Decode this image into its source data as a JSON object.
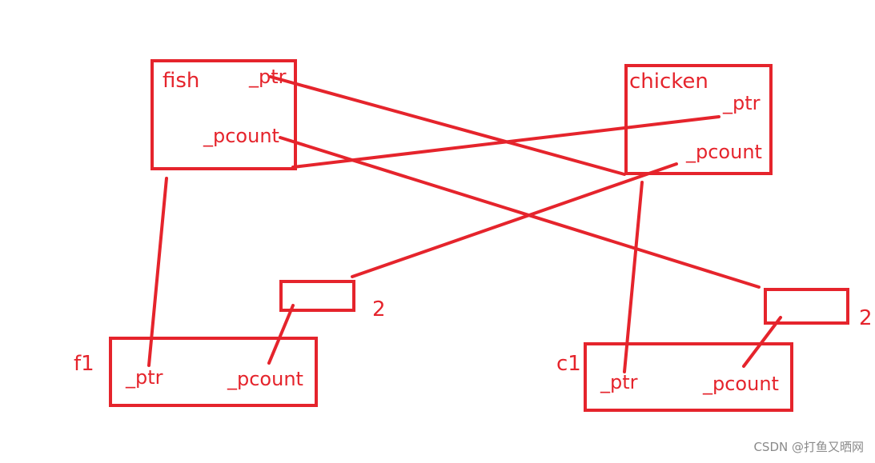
{
  "stroke_color": "#e5242c",
  "nodes": {
    "fish": {
      "name": "fish",
      "ptr_label": "_ptr",
      "pcount_label": "_pcount"
    },
    "chicken": {
      "name": "chicken",
      "ptr_label": "_ptr",
      "pcount_label": "_pcount"
    },
    "f1": {
      "name": "f1",
      "ptr_label": "_ptr",
      "pcount_label": "_pcount"
    },
    "c1": {
      "name": "c1",
      "ptr_label": "_ptr",
      "pcount_label": "_pcount"
    },
    "count_left": {
      "value": "2"
    },
    "count_right": {
      "value": "2"
    }
  },
  "watermark": "CSDN @打鱼又晒网"
}
